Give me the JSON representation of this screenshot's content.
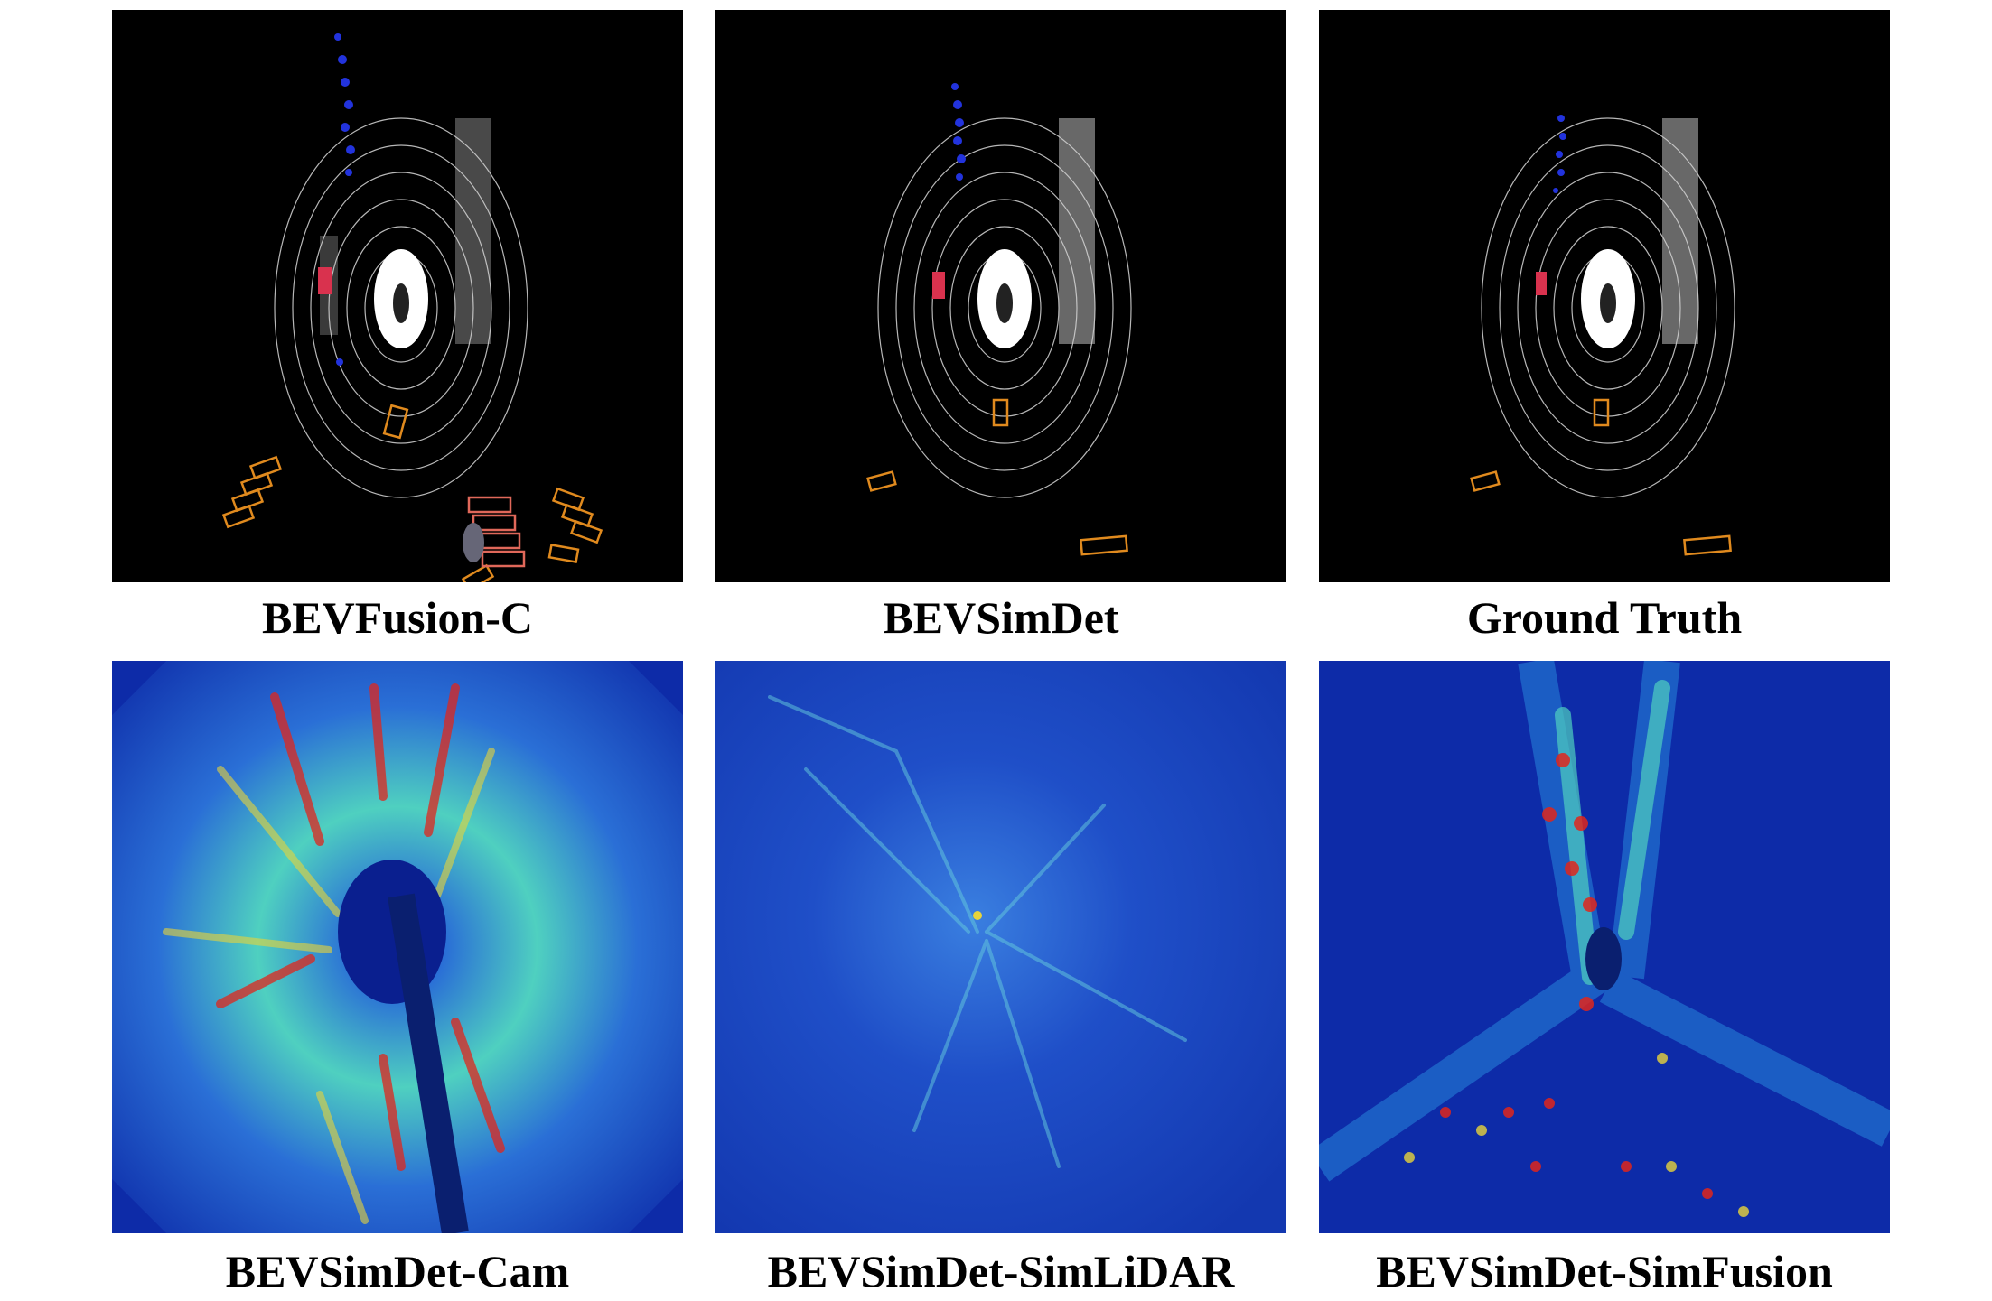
{
  "captions": {
    "top_left": "BEVFusion-C",
    "top_middle": "BEVSimDet",
    "top_right": "Ground Truth",
    "bottom_left": "BEVSimDet-Cam",
    "bottom_middle": "BEVSimDet-SimLiDAR",
    "bottom_right": "BEVSimDet-SimFusion"
  },
  "colors": {
    "pointcloud_bg": "#000000",
    "points": "#e8e8e8",
    "pedestrian_dots": "#2233dd",
    "car_box": "#e08a1e",
    "truck_box": "#e0685a",
    "heat_low": "#0a1f8f",
    "heat_mid": "#3fd7c8",
    "heat_high": "#e0261c"
  }
}
